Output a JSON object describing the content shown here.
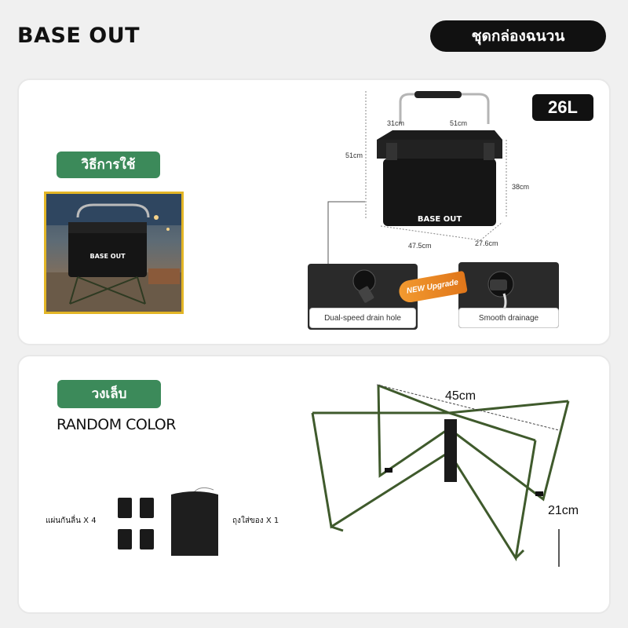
{
  "header": {
    "logo": "BASE OUT",
    "title": "ชุดกล่องฉนวน"
  },
  "cooler_section": {
    "usage_tag": "วิธีการใช้",
    "capacity_badge": "26L",
    "cooler_brand": "BASE OUT",
    "dimensions": {
      "lid_depth": "31cm",
      "top_width": "51cm",
      "handle_height": "51cm",
      "body_height": "38cm",
      "length": "47.5cm",
      "width": "27.6cm"
    },
    "drain_before_label": "Dual-speed drain hole",
    "upgrade_badge": "NEW Upgrade",
    "drain_after_label": "Smooth drainage"
  },
  "stand_section": {
    "tag": "วงเล็บ",
    "random_color": "RANDOM COLOR",
    "pads_label": "แผ่นกันลื่น X 4",
    "bag_label": "ถุงใส่ของ X 1",
    "dim_width": "45cm",
    "dim_height": "21cm"
  },
  "colors": {
    "green": "#3c8a5a",
    "stand": "#3f5a2c"
  }
}
